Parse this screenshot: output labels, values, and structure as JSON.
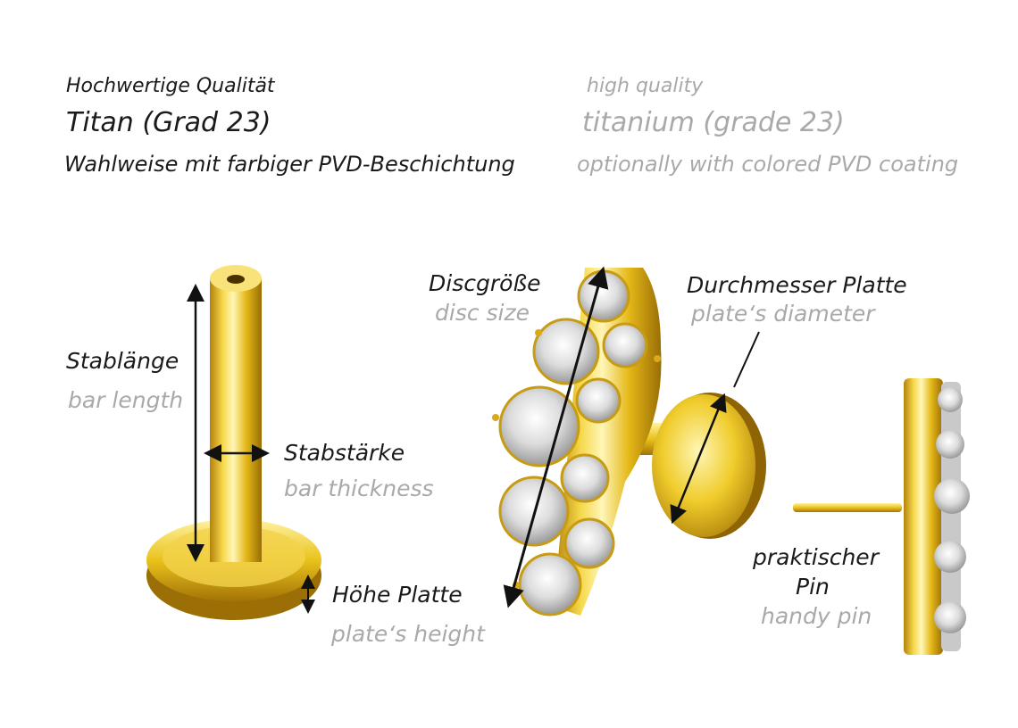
{
  "header": {
    "de_quality": "Hochwertige Qualität",
    "de_material": "Titan (Grad 23)",
    "de_coating": "Wahlweise mit farbiger PVD-Beschichtung",
    "en_quality": "high quality",
    "en_material": "titanium (grade 23)",
    "en_coating": "optionally with colored PVD coating"
  },
  "labels": {
    "bar_length_de": "Stablänge",
    "bar_length_en": "bar length",
    "bar_thickness_de": "Stabstärke",
    "bar_thickness_en": "bar thickness",
    "plate_height_de": "Höhe Platte",
    "plate_height_en": "plate‘s height",
    "disc_size_de": "Discgröße",
    "disc_size_en": "disc size",
    "plate_diameter_de": "Durchmesser Platte",
    "plate_diameter_en": "plate‘s diameter",
    "pin_de_line1": "praktischer",
    "pin_de_line2": "Pin",
    "pin_en": "handy pin"
  },
  "colors": {
    "gold_light": "#fff3a8",
    "gold": "#e9c21a",
    "gold_dark": "#a8780a",
    "text_de": "#1a1a1a",
    "text_en": "#a9a9a9",
    "crystal": "#e4e4e4"
  }
}
